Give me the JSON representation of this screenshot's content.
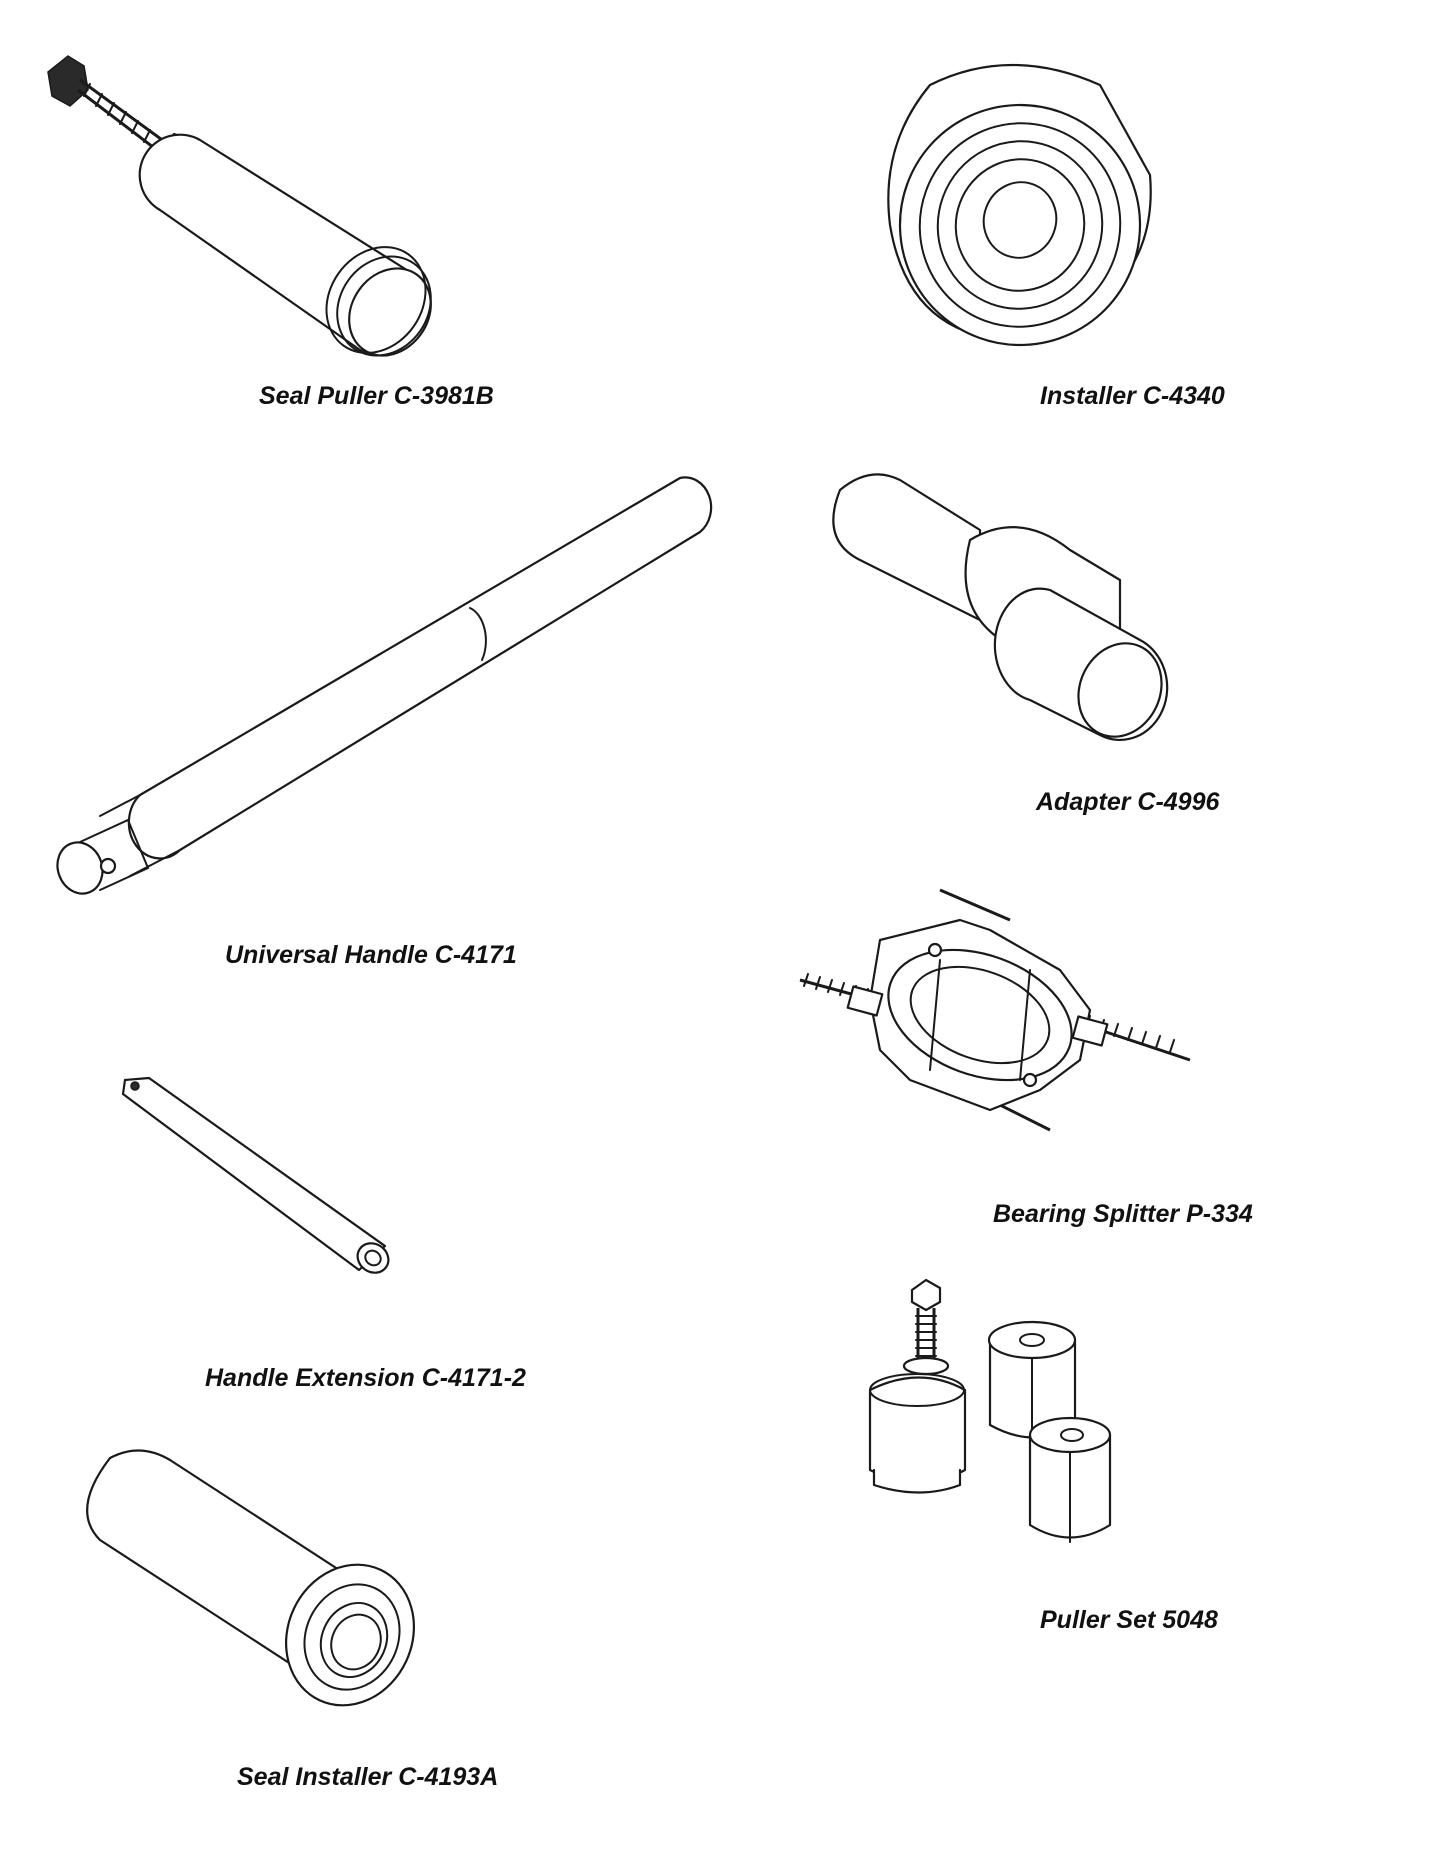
{
  "tools": [
    {
      "id": "seal-puller",
      "label": "Seal Puller C-3981B"
    },
    {
      "id": "installer",
      "label": "Installer C-4340"
    },
    {
      "id": "universal-handle",
      "label": "Universal Handle C-4171"
    },
    {
      "id": "adapter",
      "label": "Adapter C-4996"
    },
    {
      "id": "bearing-splitter",
      "label": "Bearing Splitter P-334"
    },
    {
      "id": "handle-extension",
      "label": "Handle Extension C-4171-2"
    },
    {
      "id": "puller-set",
      "label": "Puller Set 5048"
    },
    {
      "id": "seal-installer",
      "label": "Seal Installer C-4193A"
    }
  ]
}
